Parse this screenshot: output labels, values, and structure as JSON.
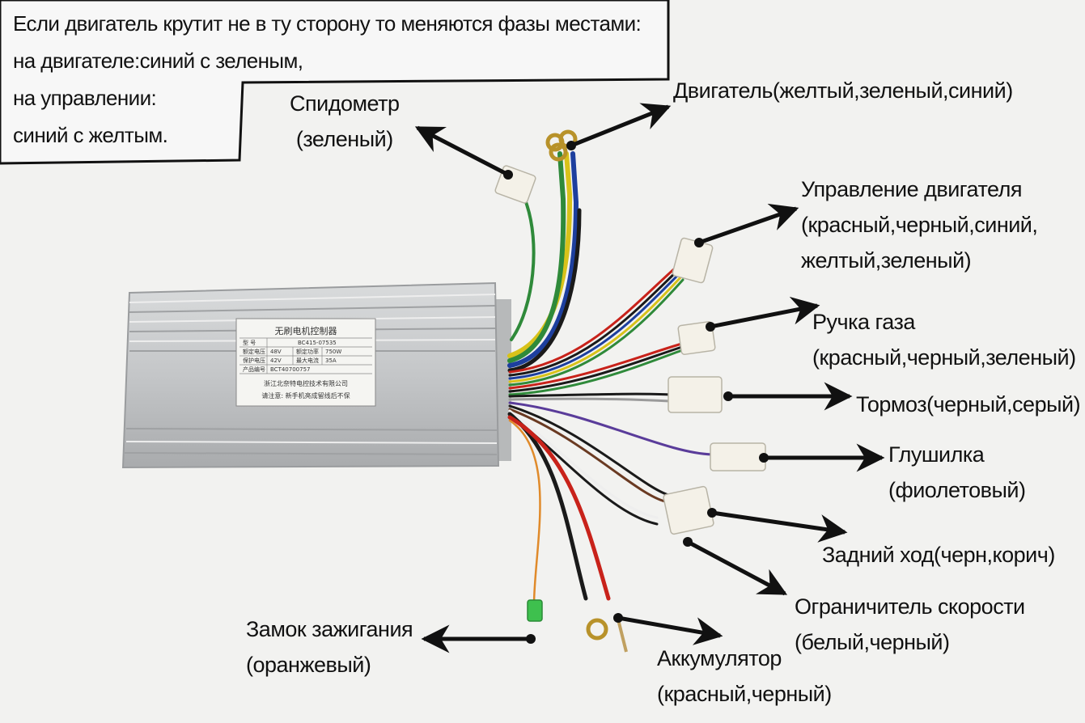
{
  "note": {
    "line1": "Если двигатель крутит не в ту сторону то меняются фазы местами:",
    "line2": "на двигателе:синий с зеленым,",
    "line3": "на управлении:",
    "line4": "синий с желтым."
  },
  "labels": {
    "speedometer": [
      "Спидометр",
      "(зеленый)"
    ],
    "motor": [
      "Двигатель(желтый,зеленый,синий)"
    ],
    "motor_control": [
      "Управление двигателя",
      "(красный,черный,синий,",
      "желтый,зеленый)"
    ],
    "throttle": [
      "Ручка газа",
      "(красный,черный,зеленый)"
    ],
    "brake": [
      "Тормоз(черный,серый)"
    ],
    "kill_switch": [
      "Глушилка",
      "(фиолетовый)"
    ],
    "reverse": [
      "Задний ход(черн,корич)"
    ],
    "speed_limiter": [
      "Ограничитель скорости",
      "(белый,черный)"
    ],
    "battery": [
      "Аккумулятор",
      "(красный,черный)"
    ],
    "ignition": [
      "Замок зажигания",
      "(оранжевый)"
    ]
  },
  "nameplate": {
    "title": "无刷电机控制器",
    "rows": [
      [
        "型 号",
        "BC415-07535",
        "",
        ""
      ],
      [
        "额定电压",
        "48V",
        "额定功率",
        "750W"
      ],
      [
        "保护电压",
        "42V",
        "最大电流",
        "35A"
      ],
      [
        "产品编号",
        "BCT40700757",
        "",
        ""
      ]
    ],
    "maker": "浙江北奈特电控技术有限公司",
    "warning": "请注意: 新手机亮成留线后不保"
  },
  "colors": {
    "background": "#f2f2f0",
    "arrow": "#111111",
    "housing": "#c9cbcc",
    "wire_yellow": "#d8c21a",
    "wire_green": "#2f8a3a",
    "wire_blue": "#1d3f9e",
    "wire_red": "#c8221a",
    "wire_black": "#1a1a1a",
    "wire_purple": "#5a3c9a",
    "wire_gray": "#9a9a9a",
    "wire_orange": "#e08a2a",
    "wire_brown": "#6a3a22",
    "connector": "#f4f1e8"
  }
}
